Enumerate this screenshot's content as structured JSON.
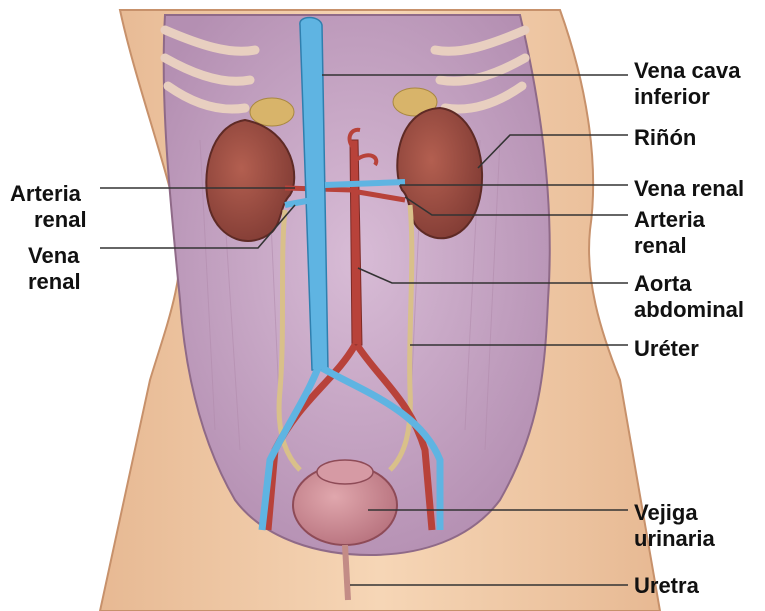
{
  "labels": {
    "vena_cava": [
      "Vena cava",
      "inferior"
    ],
    "rinon": [
      "Riñón"
    ],
    "vena_renal_right": [
      "Vena renal"
    ],
    "arteria_renal_right": [
      "Arteria",
      "renal"
    ],
    "aorta": [
      "Aorta",
      "abdominal"
    ],
    "ureter": [
      "Uréter"
    ],
    "vejiga": [
      "Vejiga",
      "urinaria"
    ],
    "uretra": [
      "Uretra"
    ],
    "arteria_renal_left": [
      "Arteria",
      "renal"
    ],
    "vena_renal_left": [
      "Vena",
      "renal"
    ]
  },
  "colors": {
    "skin": "#f1c9a3",
    "cavity": "#c9a2c4",
    "kidney": "#9b4a3f",
    "vein": "#5fb4e2",
    "artery": "#b8423a",
    "ureter": "#d9c08a",
    "bladder": "#c07a86",
    "leader_line": "#333333"
  }
}
